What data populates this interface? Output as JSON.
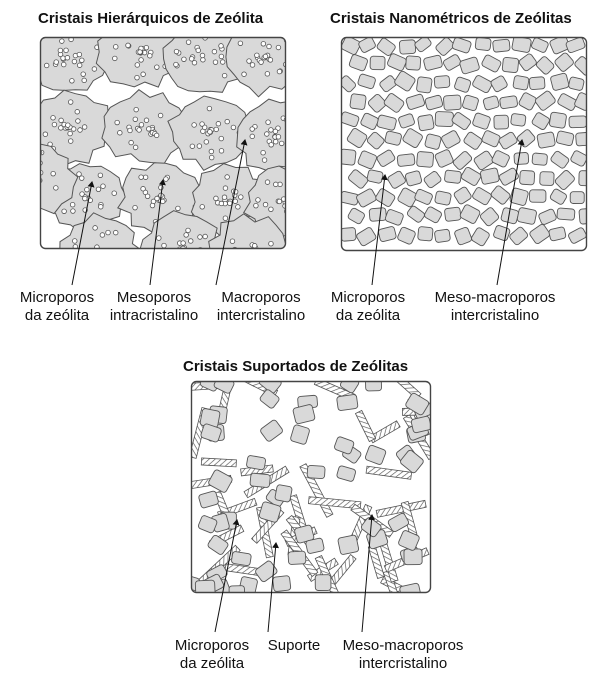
{
  "panels": [
    {
      "title": "Cristais Hierárquicos de Zeólita",
      "labels": [
        {
          "line1": "Microporos",
          "line2": "da zeólita"
        },
        {
          "line1": "Mesoporos",
          "line2": "intracristalino"
        },
        {
          "line1": "Macroporos",
          "line2": "intercristalino"
        }
      ]
    },
    {
      "title": "Cristais Nanométricos de Zeólitas",
      "labels": [
        {
          "line1": "Microporos",
          "line2": "da zeólita"
        },
        {
          "line1": "Meso-macroporos",
          "line2": "intercristalino"
        }
      ]
    },
    {
      "title": "Cristais Suportados de Zeólitas",
      "labels": [
        {
          "line1": "Microporos",
          "line2": "da zeólita"
        },
        {
          "line1": "Suporte",
          "line2": ""
        },
        {
          "line1": "Meso-macroporos",
          "line2": "intercristalino"
        }
      ]
    }
  ],
  "colors": {
    "crystal_fill": "#d9d9d9",
    "outline": "#555555",
    "box_border": "#444444",
    "support_stripe": "#555555"
  }
}
